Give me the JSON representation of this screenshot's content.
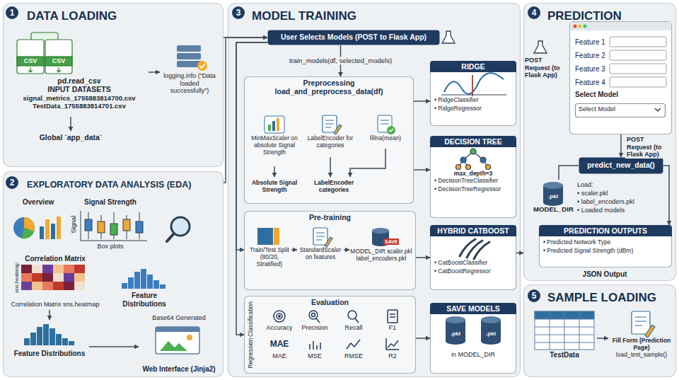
{
  "diagram": {
    "nodes": [
      {
        "text": [
          "DATA LOADING"
        ]
      },
      {
        "text": [
          "pd.read_csv",
          "INPUT DATASETS",
          "signal_metrics_1755883814700.csv",
          "TestData_1755883814701.csv"
        ],
        "in": 0
      },
      {
        "text": [
          "logging.info (\"Data loaded successfully\")"
        ],
        "in": 0
      },
      {
        "text": [
          "Global `app_data`"
        ],
        "in": 0
      },
      {
        "text": [
          "EXPLORATORY DATA ANALYSIS (EDA)"
        ]
      },
      {
        "text": [
          "Overview"
        ],
        "in": 4
      },
      {
        "text": [
          "Signal Strength",
          "Box plots"
        ],
        "in": 4
      },
      {
        "text": [
          "Correlation Matrix",
          "Correlation Matrix sns.heatmap"
        ],
        "in": 4
      },
      {
        "text": [
          "Feature Distributions"
        ],
        "in": 4
      },
      {
        "text": [
          "Feature Distributions"
        ],
        "in": 4
      },
      {
        "text": [
          "Base64 Generated",
          "Web Interface (Jinja2)"
        ],
        "in": 4
      },
      {
        "text": [
          "MODEL TRAINING"
        ]
      },
      {
        "text": [
          "User Selects Models (POST to Flask App)"
        ],
        "in": 11
      },
      {
        "text": [
          "Preprocessing",
          "load_and_preprocess_data(df)"
        ],
        "in": 11
      },
      {
        "text": [
          "MinMaxScaler on absolute Signal Strength"
        ],
        "in": 13
      },
      {
        "text": [
          "LabelEncoder for categories"
        ],
        "in": 13
      },
      {
        "text": [
          "fillna(mean)"
        ],
        "in": 13
      },
      {
        "text": [
          "Absolute Signal Strength"
        ],
        "in": 13
      },
      {
        "text": [
          "LabelEncoder categories"
        ],
        "in": 13
      },
      {
        "text": [
          "Pre-training"
        ],
        "in": 11
      },
      {
        "text": [
          "Train/Test Split (80/20, Stratified)"
        ],
        "in": 19
      },
      {
        "text": [
          "StandardScaler on features"
        ],
        "in": 19
      },
      {
        "text": [
          "MODEL_DIR scaler.pkl label_encoders.pkl"
        ],
        "in": 19
      },
      {
        "text": [
          "Evaluation"
        ],
        "in": 11
      },
      {
        "text": [
          "RIDGE",
          "• RidgeClassifier",
          "• RidgeRegressor"
        ],
        "in": 11
      },
      {
        "text": [
          "DECISION TREE",
          "max_depth=3",
          "• DecisionTreeClassifier",
          "• DecisionTreeRegressor"
        ],
        "in": 11
      },
      {
        "text": [
          "HYBRID CATBOOST",
          "• CatBoostClassifier",
          "• CatBoostRegressor"
        ],
        "in": 11
      },
      {
        "text": [
          "SAVE MODELS",
          "in MODEL_DIR"
        ],
        "in": 11
      },
      {
        "text": [
          "PREDICTION"
        ]
      },
      {
        "text": [
          "Feature 1",
          "Feature 2",
          "Feature 3",
          "Feature 4",
          "Select Model"
        ],
        "in": 28
      },
      {
        "text": [
          "Select Model"
        ],
        "in": 29
      },
      {
        "text": [
          "predict_new_data()"
        ],
        "in": 28
      },
      {
        "text": [
          "MODEL_DIR"
        ],
        "in": 28
      },
      {
        "text": [
          "PREDICTION OUTPUTS",
          "• Predicted Network Type",
          "• Predicted Signal Strength (dBm)"
        ],
        "in": 28
      },
      {
        "text": [
          "SAMPLE LOADING"
        ]
      },
      {
        "text": [
          "TestData"
        ],
        "in": 34
      },
      {
        "text": [
          "Fill Form (Prediction Page)",
          "load_test_sample()"
        ],
        "in": 34
      }
    ],
    "edges": [
      {
        "from": 1,
        "to": 2,
        "arrow": "to"
      },
      {
        "from": 1,
        "to": 3,
        "arrow": "to"
      },
      {
        "from": 0,
        "to": 12,
        "arrow": "to"
      },
      {
        "from": 4,
        "to": 12,
        "arrow": "to"
      },
      {
        "from": 12,
        "to": 13,
        "arrow": "to",
        "label": "train_models(df, selected_models)"
      },
      {
        "from": 14,
        "to": 17,
        "arrow": "to"
      },
      {
        "from": 15,
        "to": 18,
        "arrow": "to"
      },
      {
        "from": 16,
        "to": 18,
        "arrow": "to"
      },
      {
        "from": 12,
        "to": 19,
        "arrow": "to"
      },
      {
        "from": 12,
        "to": 23,
        "arrow": "to"
      },
      {
        "from": 20,
        "to": 21,
        "arrow": "to"
      },
      {
        "from": 21,
        "to": 22,
        "arrow": "to"
      },
      {
        "from": 13,
        "to": 24,
        "arrow": "to"
      },
      {
        "from": 13,
        "to": 25,
        "arrow": "to"
      },
      {
        "from": 19,
        "to": 26,
        "arrow": "to"
      },
      {
        "from": 23,
        "to": 27,
        "arrow": "to"
      },
      {
        "from": 26,
        "to": 28,
        "arrow": "to"
      },
      {
        "from": 29,
        "to": 31,
        "arrow": "to",
        "label": "POST Request (to Flask App)"
      },
      {
        "from": 31,
        "to": 32,
        "arrow": "none"
      },
      {
        "from": 31,
        "to": 33,
        "arrow": "to"
      },
      {
        "from": 35,
        "to": 36,
        "arrow": "to"
      },
      {
        "from": 7,
        "to": 9,
        "arrow": "to"
      },
      {
        "from": 9,
        "to": 10,
        "arrow": "to"
      }
    ],
    "labels": [
      "1",
      "CSV",
      "CSV",
      "2",
      "Signal",
      "sns.heatmap",
      "3",
      "SAVE",
      "Classification",
      "Accuracy",
      "Precision",
      "Recall",
      "F1",
      "Regression",
      "MAE",
      "MAE",
      "MSE",
      "RMSE",
      "R2",
      ".pkl",
      ".pkl",
      "4",
      "POST Request (to Flask App)",
      ".pkl",
      "Load:",
      "• scaler.pkl",
      "• label_encoders.pkl",
      "• Loaded models",
      "JSON Output",
      "5"
    ]
  }
}
